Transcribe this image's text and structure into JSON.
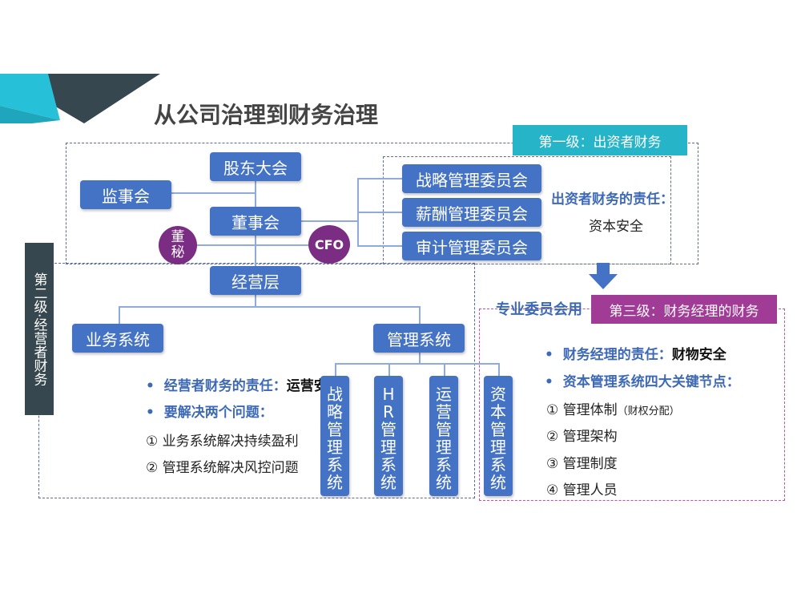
{
  "title": "从公司治理到财务治理",
  "level1": {
    "label": "第一级：出资者财务",
    "heading": "出资者财务的责任：",
    "value": "资本安全"
  },
  "level2": {
    "label": "第二级·经营者财务"
  },
  "level3": {
    "label": "第三级：财务经理的财务",
    "bullet1_label": "财务经理的责任：",
    "bullet1_value": "财物安全",
    "bullet2": "资本管理系统四大关键节点：",
    "items": [
      "① 管理体制",
      "② 管理架构",
      "③ 管理制度",
      "④ 管理人员"
    ],
    "item1_note": "（财权分配）"
  },
  "nodes": {
    "shareholders": "股东大会",
    "supervisors": "监事会",
    "board": "董事会",
    "secretary": "董秘",
    "cfo": "CFO",
    "strategy": "战略管理委员会",
    "salary": "薪酬管理委员会",
    "audit": "审计管理委员会",
    "operations": "经营层",
    "business": "业务系统",
    "management": "管理系统",
    "sub_strategy": "战略管理系统",
    "sub_hr": "HR管理系统",
    "sub_ops": "运营管理系统",
    "sub_capital": "资本管理系统"
  },
  "ops_section": {
    "bullet1_label": "经营者财务的责任：",
    "bullet1_value": "运营安全",
    "bullet2": "要解决两个问题：",
    "item1": "① 业务系统解决持续盈利",
    "item2": "② 管理系统解决风控问题"
  },
  "committee_note": "专业委员会用",
  "colors": {
    "box": "#4472c4",
    "purple": "#7b2c83",
    "teal": "#26b4c8",
    "dark": "#37474f",
    "tag_purple": "#a03c96"
  }
}
